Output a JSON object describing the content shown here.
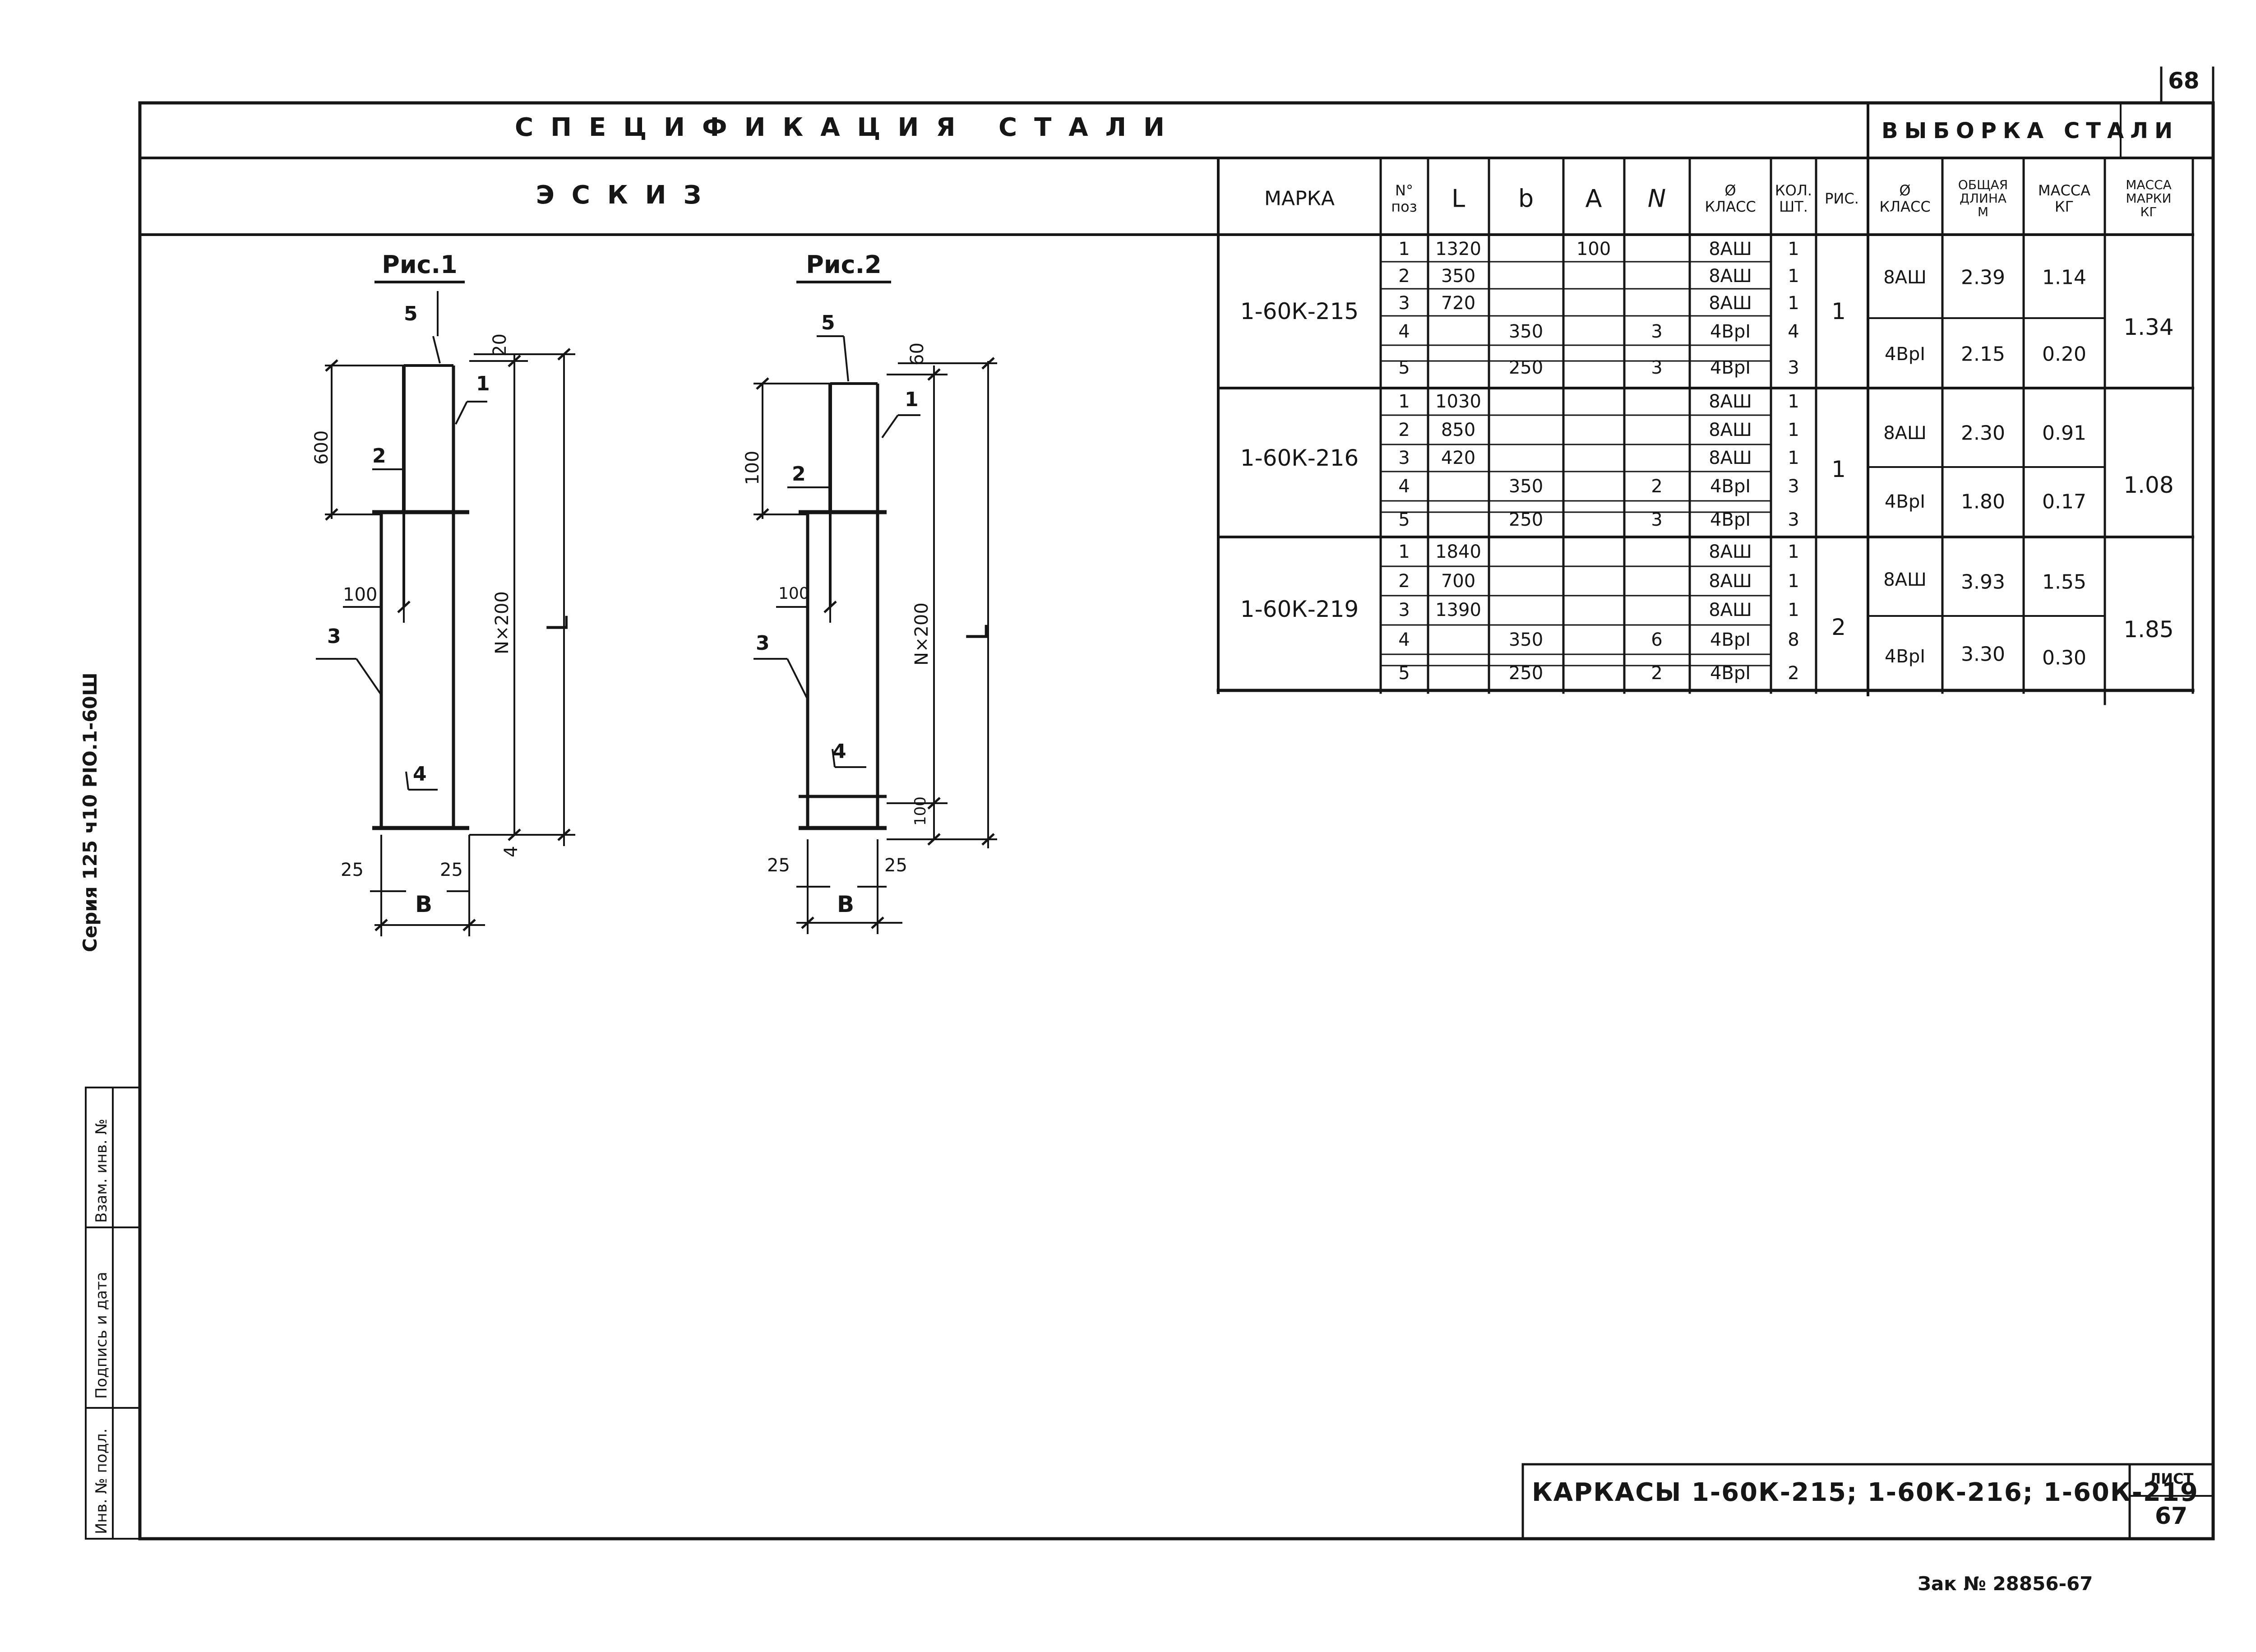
{
  "page_number": "68",
  "sheet_number": "67",
  "sheet_label": "ЛИСТ",
  "series": "Серия 125 ч10 РІО.1-60Ш",
  "stamp_text": "Зак № 28856-67",
  "title_block": "КАРКАСЫ 1-60К-215; 1-60К-216; 1-60К-219",
  "left_stamp": [
    "Инв. № подл.",
    "Подпись и дата",
    "Взам. инв. №"
  ],
  "spec_title": "СПЕЦИФИКАЦИЯ СТАЛИ",
  "sample_title": "ВЫБОРКА СТАЛИ",
  "sketch_title": "ЭСКИЗ",
  "columns": {
    "marka": "МАРКА",
    "pos_top": "N°",
    "pos_bottom": "поз",
    "L": "L",
    "b": "b",
    "A": "A",
    "N": "N",
    "diam_top": "Ø",
    "diam_bottom": "КЛАСС",
    "qty_top": "КОЛ.",
    "qty_bottom": "ШТ.",
    "fig": "РИС.",
    "s_diam_top": "Ø",
    "s_diam_bottom": "КЛАСС",
    "s_len_top": "ОБЩАЯ ДЛИНА",
    "s_len_bottom": "М",
    "s_mass_top": "МАССА",
    "s_mass_bottom": "КГ",
    "s_total_top": "МАССА МАРКИ",
    "s_total_bottom": "КГ"
  },
  "marks": [
    {
      "name": "1-60К-215",
      "fig": "1",
      "total": "1.34",
      "rows": [
        {
          "pos": "1",
          "L": "1320",
          "b": "",
          "A": "100",
          "N": "",
          "cls": "8АШ",
          "qty": "1"
        },
        {
          "pos": "2",
          "L": "350",
          "b": "",
          "A": "",
          "N": "",
          "cls": "8АШ",
          "qty": "1"
        },
        {
          "pos": "3",
          "L": "720",
          "b": "",
          "A": "",
          "N": "",
          "cls": "8АШ",
          "qty": "1"
        },
        {
          "pos": "4",
          "L": "",
          "b": "350",
          "A": "",
          "N": "3",
          "cls": "4ВрI",
          "qty": "4"
        },
        {
          "pos": "5",
          "L": "",
          "b": "250",
          "A": "",
          "N": "3",
          "cls": "4ВрI",
          "qty": "3"
        }
      ],
      "sample": [
        {
          "cls": "8АШ",
          "len": "2.39",
          "mass": "1.14"
        },
        {
          "cls": "4ВрI",
          "len": "2.15",
          "mass": "0.20"
        }
      ]
    },
    {
      "name": "1-60К-216",
      "fig": "1",
      "total": "1.08",
      "rows": [
        {
          "pos": "1",
          "L": "1030",
          "b": "",
          "A": "",
          "N": "",
          "cls": "8АШ",
          "qty": "1"
        },
        {
          "pos": "2",
          "L": "850",
          "b": "",
          "A": "",
          "N": "",
          "cls": "8АШ",
          "qty": "1"
        },
        {
          "pos": "3",
          "L": "420",
          "b": "",
          "A": "",
          "N": "",
          "cls": "8АШ",
          "qty": "1"
        },
        {
          "pos": "4",
          "L": "",
          "b": "350",
          "A": "",
          "N": "2",
          "cls": "4ВрI",
          "qty": "3"
        },
        {
          "pos": "5",
          "L": "",
          "b": "250",
          "A": "",
          "N": "3",
          "cls": "4ВрI",
          "qty": "3"
        }
      ],
      "sample": [
        {
          "cls": "8АШ",
          "len": "2.30",
          "mass": "0.91"
        },
        {
          "cls": "4ВрI",
          "len": "1.80",
          "mass": "0.17"
        }
      ]
    },
    {
      "name": "1-60К-219",
      "fig": "2",
      "total": "1.85",
      "rows": [
        {
          "pos": "1",
          "L": "1840",
          "b": "",
          "A": "",
          "N": "",
          "cls": "8АШ",
          "qty": "1"
        },
        {
          "pos": "2",
          "L": "700",
          "b": "",
          "A": "",
          "N": "",
          "cls": "8АШ",
          "qty": "1"
        },
        {
          "pos": "3",
          "L": "1390",
          "b": "",
          "A": "",
          "N": "",
          "cls": "8АШ",
          "qty": "1"
        },
        {
          "pos": "4",
          "L": "",
          "b": "350",
          "A": "",
          "N": "6",
          "cls": "4ВрI",
          "qty": "8"
        },
        {
          "pos": "5",
          "L": "",
          "b": "250",
          "A": "",
          "N": "2",
          "cls": "4ВрI",
          "qty": "2"
        }
      ],
      "sample": [
        {
          "cls": "8АШ",
          "len": "3.93",
          "mass": "1.55"
        },
        {
          "cls": "4ВрI",
          "len": "3.30",
          "mass": "0.30"
        }
      ]
    }
  ],
  "fig1": {
    "title": "Рис.1",
    "labels": {
      "p1": "1",
      "p2": "2",
      "p3": "3",
      "p4": "4",
      "p5": "5"
    },
    "dims": {
      "top": "20",
      "h1": "600",
      "inset": "100",
      "spacing": "N×200",
      "L": "L",
      "bottom": "4",
      "left": "25",
      "right": "25",
      "width": "В"
    }
  },
  "fig2": {
    "title": "Рис.2",
    "labels": {
      "p1": "1",
      "p2": "2",
      "p3": "3",
      "p4": "4",
      "p5": "5"
    },
    "dims": {
      "top": "60",
      "h1": "100",
      "inset": "100",
      "spacing": "N×200",
      "L": "L",
      "bottom": "100",
      "left": "25",
      "right": "25",
      "width": "В"
    }
  }
}
